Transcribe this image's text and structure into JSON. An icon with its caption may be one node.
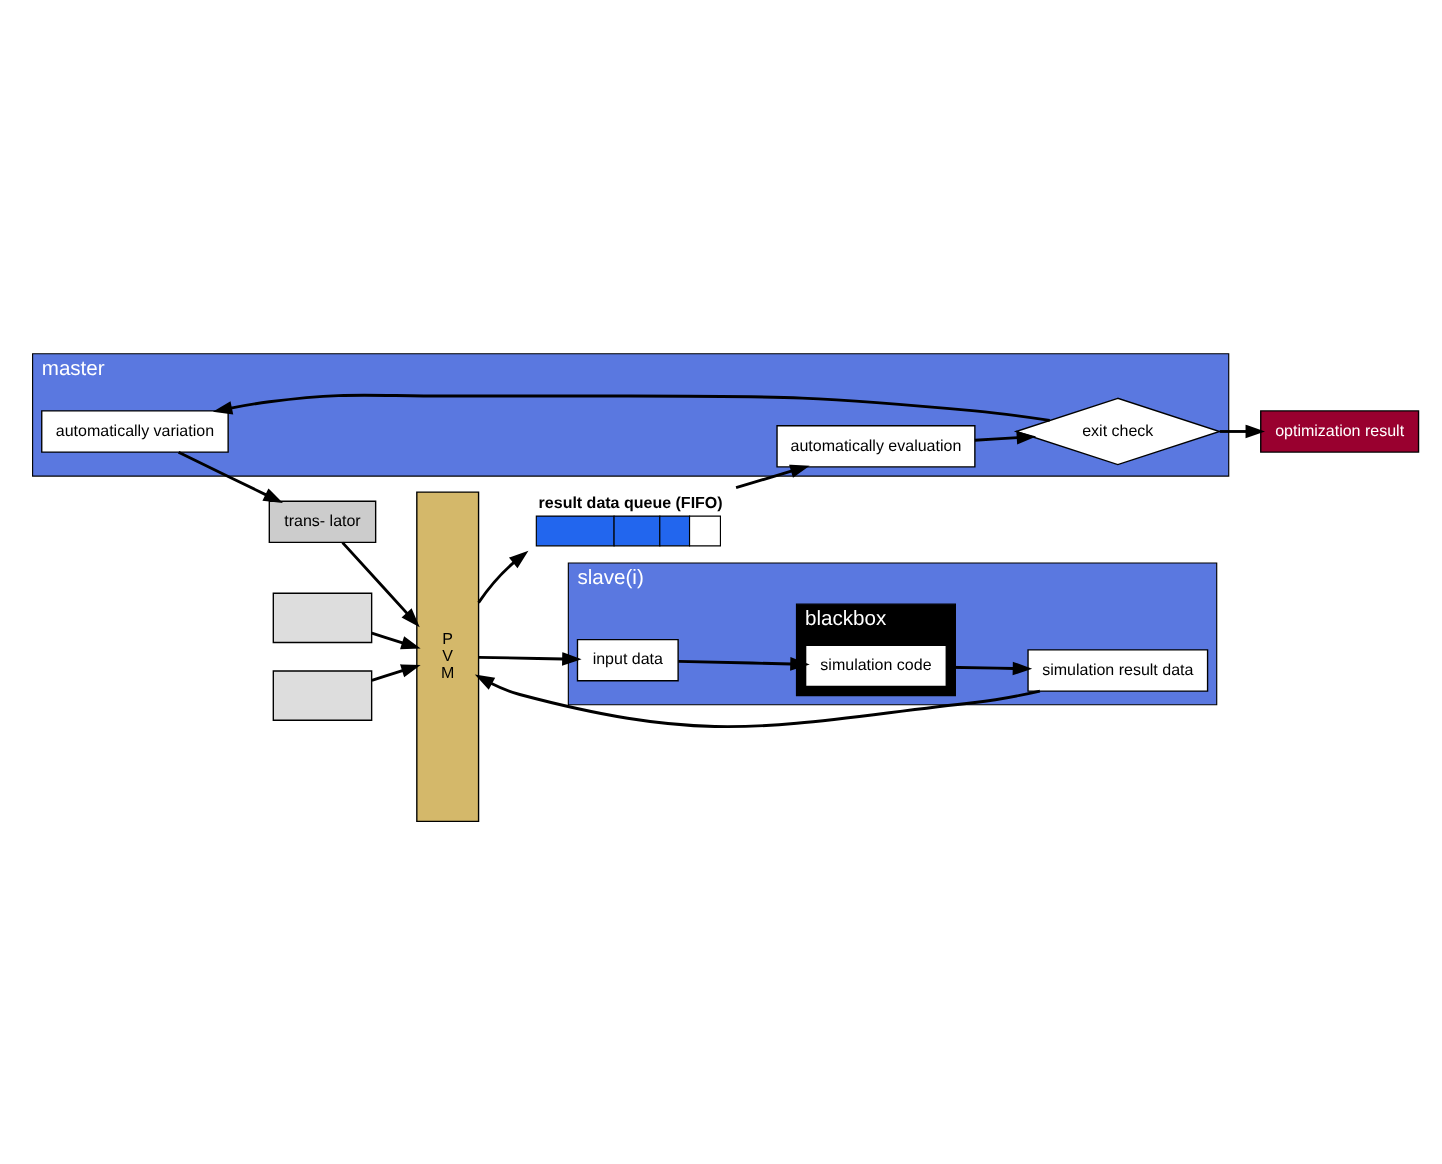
{
  "diagram": {
    "nodes": [
      {
        "text": [
          "master"
        ]
      },
      {
        "text": [
          "automatically variation"
        ],
        "in": 0
      },
      {
        "text": [
          "exit check"
        ],
        "in": 0
      },
      {
        "text": [
          "automatically evaluation"
        ],
        "in": 0
      },
      {
        "text": [
          "trans- lator"
        ]
      },
      {
        "text": [
          "P V M"
        ]
      },
      {
        "text": [
          "slave(i)"
        ]
      },
      {
        "text": [
          "input data"
        ],
        "in": 6
      },
      {
        "text": [
          "blackbox"
        ],
        "in": 6
      },
      {
        "text": [
          "simulation code"
        ],
        "in": 8
      },
      {
        "text": [
          "simulation result data"
        ],
        "in": 6
      },
      {
        "text": [
          "result data queue (FIFO)"
        ]
      },
      {
        "text": [
          "optimization result"
        ]
      },
      {
        "text": [],
        "shape": "box"
      },
      {
        "text": [],
        "shape": "box"
      }
    ],
    "edges": [
      {
        "from": 1,
        "to": 4,
        "arrow": "to"
      },
      {
        "from": 4,
        "to": 5,
        "arrow": "to"
      },
      {
        "from": 5,
        "to": 7,
        "arrow": "to"
      },
      {
        "from": 7,
        "to": 9,
        "arrow": "to"
      },
      {
        "from": 9,
        "to": 10,
        "arrow": "to"
      },
      {
        "from": 10,
        "to": 5,
        "arrow": "to"
      },
      {
        "from": 13,
        "to": 5,
        "arrow": "to"
      },
      {
        "from": 14,
        "to": 5,
        "arrow": "to"
      },
      {
        "from": 5,
        "to": 11,
        "arrow": "to"
      },
      {
        "from": 11,
        "to": 3,
        "arrow": "to"
      },
      {
        "from": 3,
        "to": 2,
        "arrow": "to"
      },
      {
        "from": 2,
        "to": 1,
        "arrow": "to"
      },
      {
        "from": 2,
        "to": 12,
        "arrow": "to"
      }
    ]
  }
}
